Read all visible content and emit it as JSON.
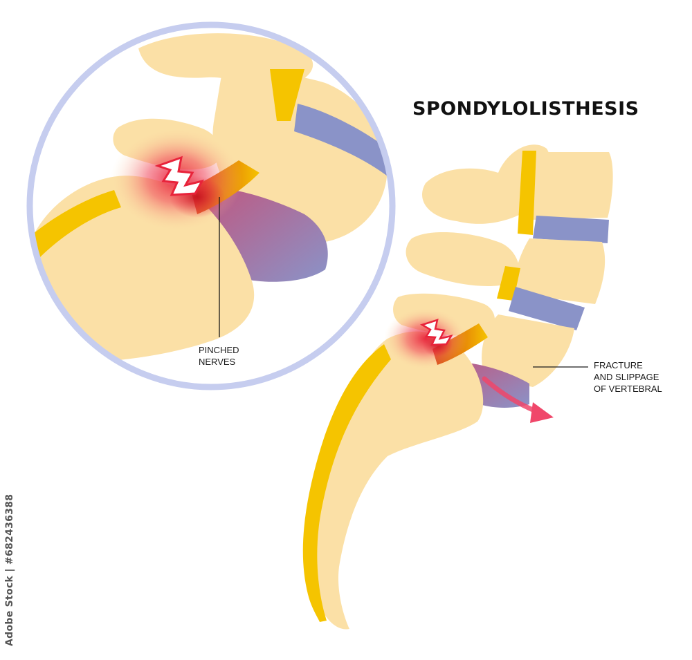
{
  "title": "SPONDYLOLISTHESIS",
  "labels": {
    "pinched_nerves": [
      "PINCHED",
      "NERVES"
    ],
    "fracture": [
      "FRACTURE",
      "AND SLIPPAGE",
      "OF VERTEBRAL"
    ]
  },
  "watermark": "Adobe Stock | #682436388",
  "colors": {
    "bone": "#fbe0a6",
    "nerve": "#f5c400",
    "disc": "#8a93c8",
    "slip_disc": "#b06a97",
    "pain": "#e8233a",
    "arrow": "#f0476a",
    "zoom_ring": "#c6cdef"
  }
}
